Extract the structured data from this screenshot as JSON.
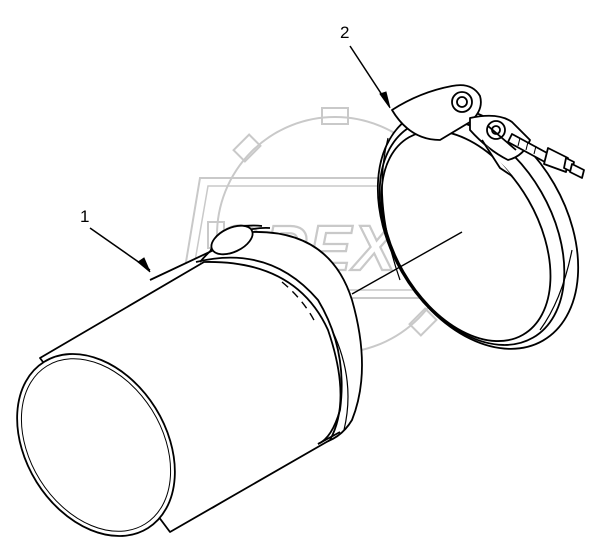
{
  "watermark": {
    "text": "OPEX",
    "color": "#c9c9c9"
  },
  "callouts": [
    {
      "id": "1",
      "label": "1",
      "part": "pipe"
    },
    {
      "id": "2",
      "label": "2",
      "part": "clamp"
    }
  ],
  "colors": {
    "line": "#000000",
    "background": "#ffffff",
    "watermark": "#c9c9c9"
  }
}
